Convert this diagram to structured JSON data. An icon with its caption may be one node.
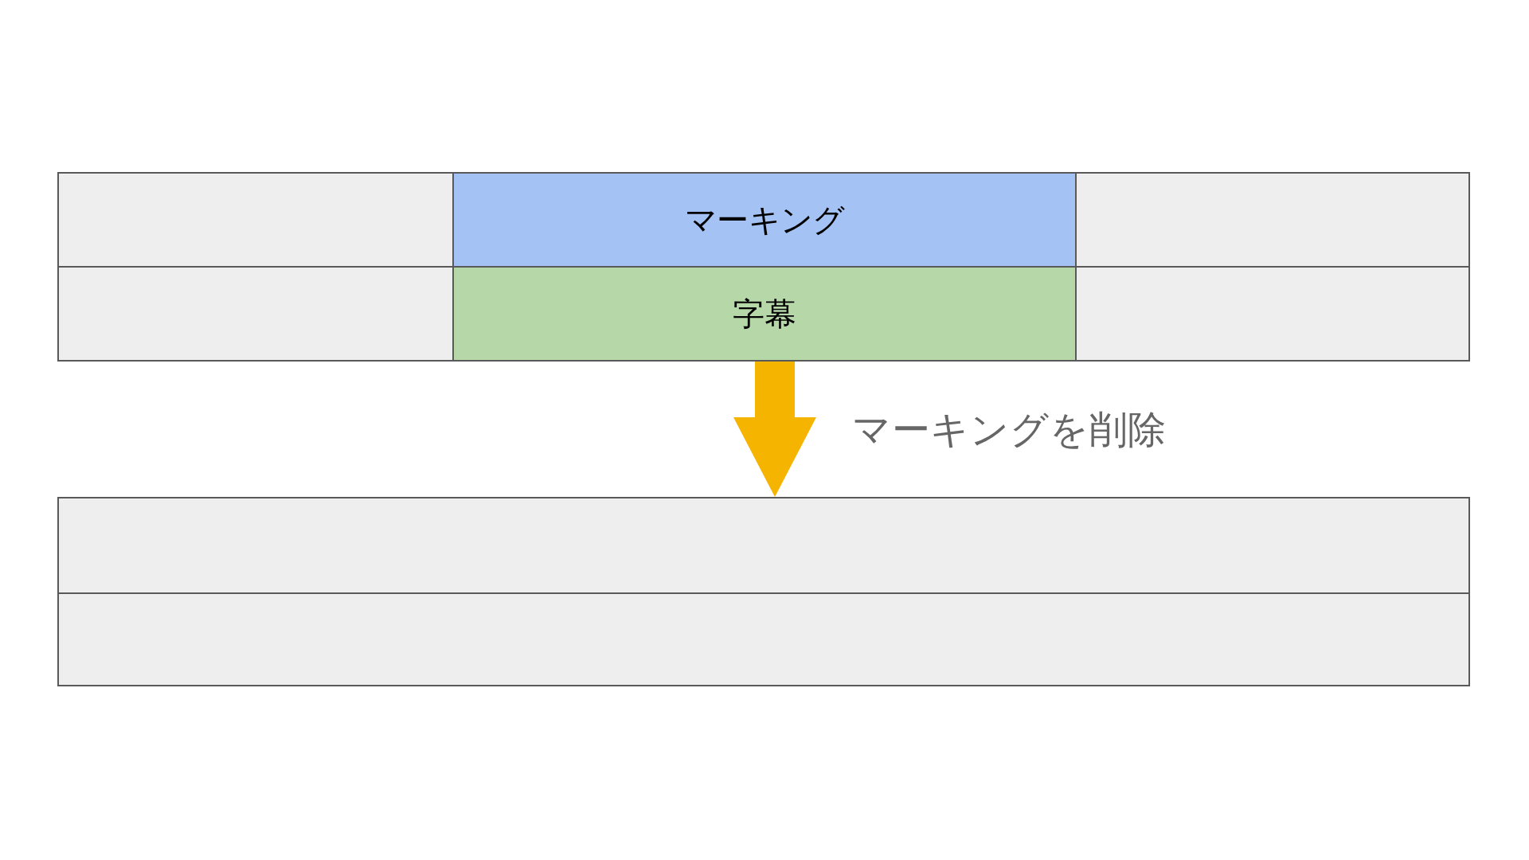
{
  "diagram": {
    "nodes": [
      {
        "text": [],
        "shape": "box"
      },
      {
        "text": [
          "マーキング"
        ]
      },
      {
        "text": [],
        "shape": "box"
      },
      {
        "text": [],
        "shape": "box"
      },
      {
        "text": [
          "字幕"
        ]
      },
      {
        "text": [],
        "shape": "box"
      },
      {
        "text": [],
        "shape": "box"
      },
      {
        "text": [],
        "shape": "box"
      }
    ],
    "edges": [
      {
        "from": 4,
        "to": 6,
        "arrow": "to",
        "label": "マーキングを削除",
        "color": "#f4b400"
      }
    ]
  }
}
